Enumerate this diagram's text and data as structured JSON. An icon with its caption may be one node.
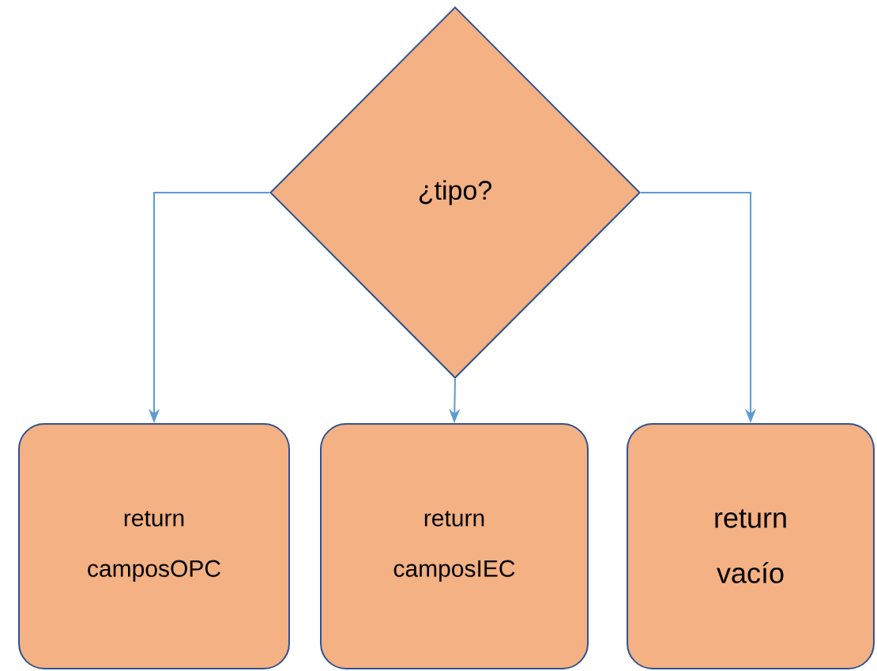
{
  "diagram": {
    "nodes": [
      {
        "text": [
          "¿tipo?"
        ]
      },
      {
        "text": [
          "return",
          "camposOPC"
        ]
      },
      {
        "text": [
          "return",
          "camposIEC"
        ]
      },
      {
        "text": [
          "return",
          "vacío"
        ]
      }
    ],
    "edges": [
      {
        "from": 0,
        "to": 1,
        "arrow": "to"
      },
      {
        "from": 0,
        "to": 2,
        "arrow": "to"
      },
      {
        "from": 0,
        "to": 3,
        "arrow": "to"
      }
    ]
  }
}
